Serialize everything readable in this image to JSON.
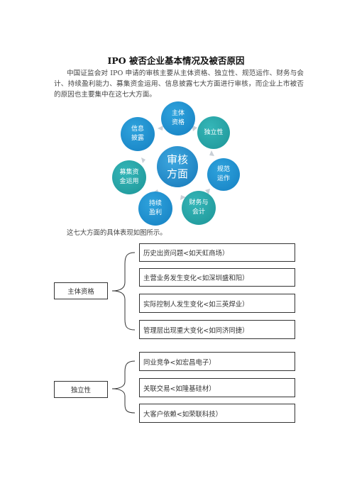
{
  "title": "IPO 被否企业基本情况及被否原因",
  "intro": "中国证监会对 IPO 申请的审核主要从主体资格、独立性、规范运作、财务与会计、持续盈利能力、募集资金运用、信息披露七大方面进行审核，而企业上市被否的原因也主要集中在这七大方面。",
  "diagram": {
    "center": "审核\n方面",
    "nodes": [
      {
        "label": "主体\n资格"
      },
      {
        "label": "独立性"
      },
      {
        "label": "规范\n运作"
      },
      {
        "label": "财务与\n会计"
      },
      {
        "label": "持续\n盈利"
      },
      {
        "label": "募集资\n金运用"
      },
      {
        "label": "信息\n披露"
      }
    ]
  },
  "caption": "这七大方面的具体表现如图所示。",
  "groups": [
    {
      "label": "主体资格",
      "items": [
        "历史出资问题<如天虹商场）",
        "主营业务发生变化<如深圳盛和阳）",
        "实际控制人发生变化<如三英焊业）",
        "管理层出现重大变化<如同济同捷）"
      ]
    },
    {
      "label": "独立性",
      "items": [
        "同业竞争<如宏昌电子）",
        "关联交易<如隆基硅材）",
        "大客户依赖<如荣联科技）"
      ]
    }
  ]
}
